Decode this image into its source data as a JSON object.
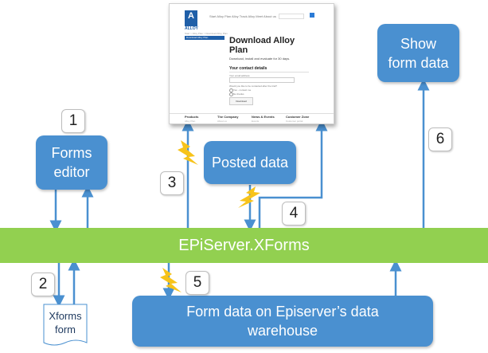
{
  "diagram": {
    "band_label": "EPiServer.XForms",
    "boxes": {
      "forms_editor": "Forms\neditor",
      "posted_data": "Posted data",
      "show_form_data": "Show\nform data",
      "warehouse": "Form data on Episerver’s data\nwarehouse"
    },
    "document_label": "Xforms\nform",
    "step_numbers": [
      "1",
      "2",
      "3",
      "4",
      "5",
      "6"
    ]
  },
  "website": {
    "logo_letter": "A",
    "logo_word": "ALLOY",
    "nav": "Start   Alloy Plan   Alloy Track   Alloy Meet   About us",
    "breadcrumb": "Start  >  Alloy Plan  >  Download Alloy Plan",
    "sidebar_item": "Download Alloy Plan",
    "heading": "Download Alloy\nPlan",
    "subheading": "Download, install and evaluate for 30 days.",
    "section_title": "Your contact details",
    "field_label": "Your email address",
    "question": "Would you like to be contacted after the trial?",
    "options": [
      "Yes - contact me",
      "No thanks"
    ],
    "submit": "Download",
    "footer_columns": [
      {
        "title": "Products",
        "sub": "Alloy Plan"
      },
      {
        "title": "The Company",
        "sub": "About us"
      },
      {
        "title": "News & Events",
        "sub": "Events"
      },
      {
        "title": "Customer Zone",
        "sub": "Customer portal"
      }
    ]
  },
  "colors": {
    "box_blue": "#4a90d0",
    "band_green": "#92d050",
    "lightning_yellow": "#f7c31a"
  }
}
